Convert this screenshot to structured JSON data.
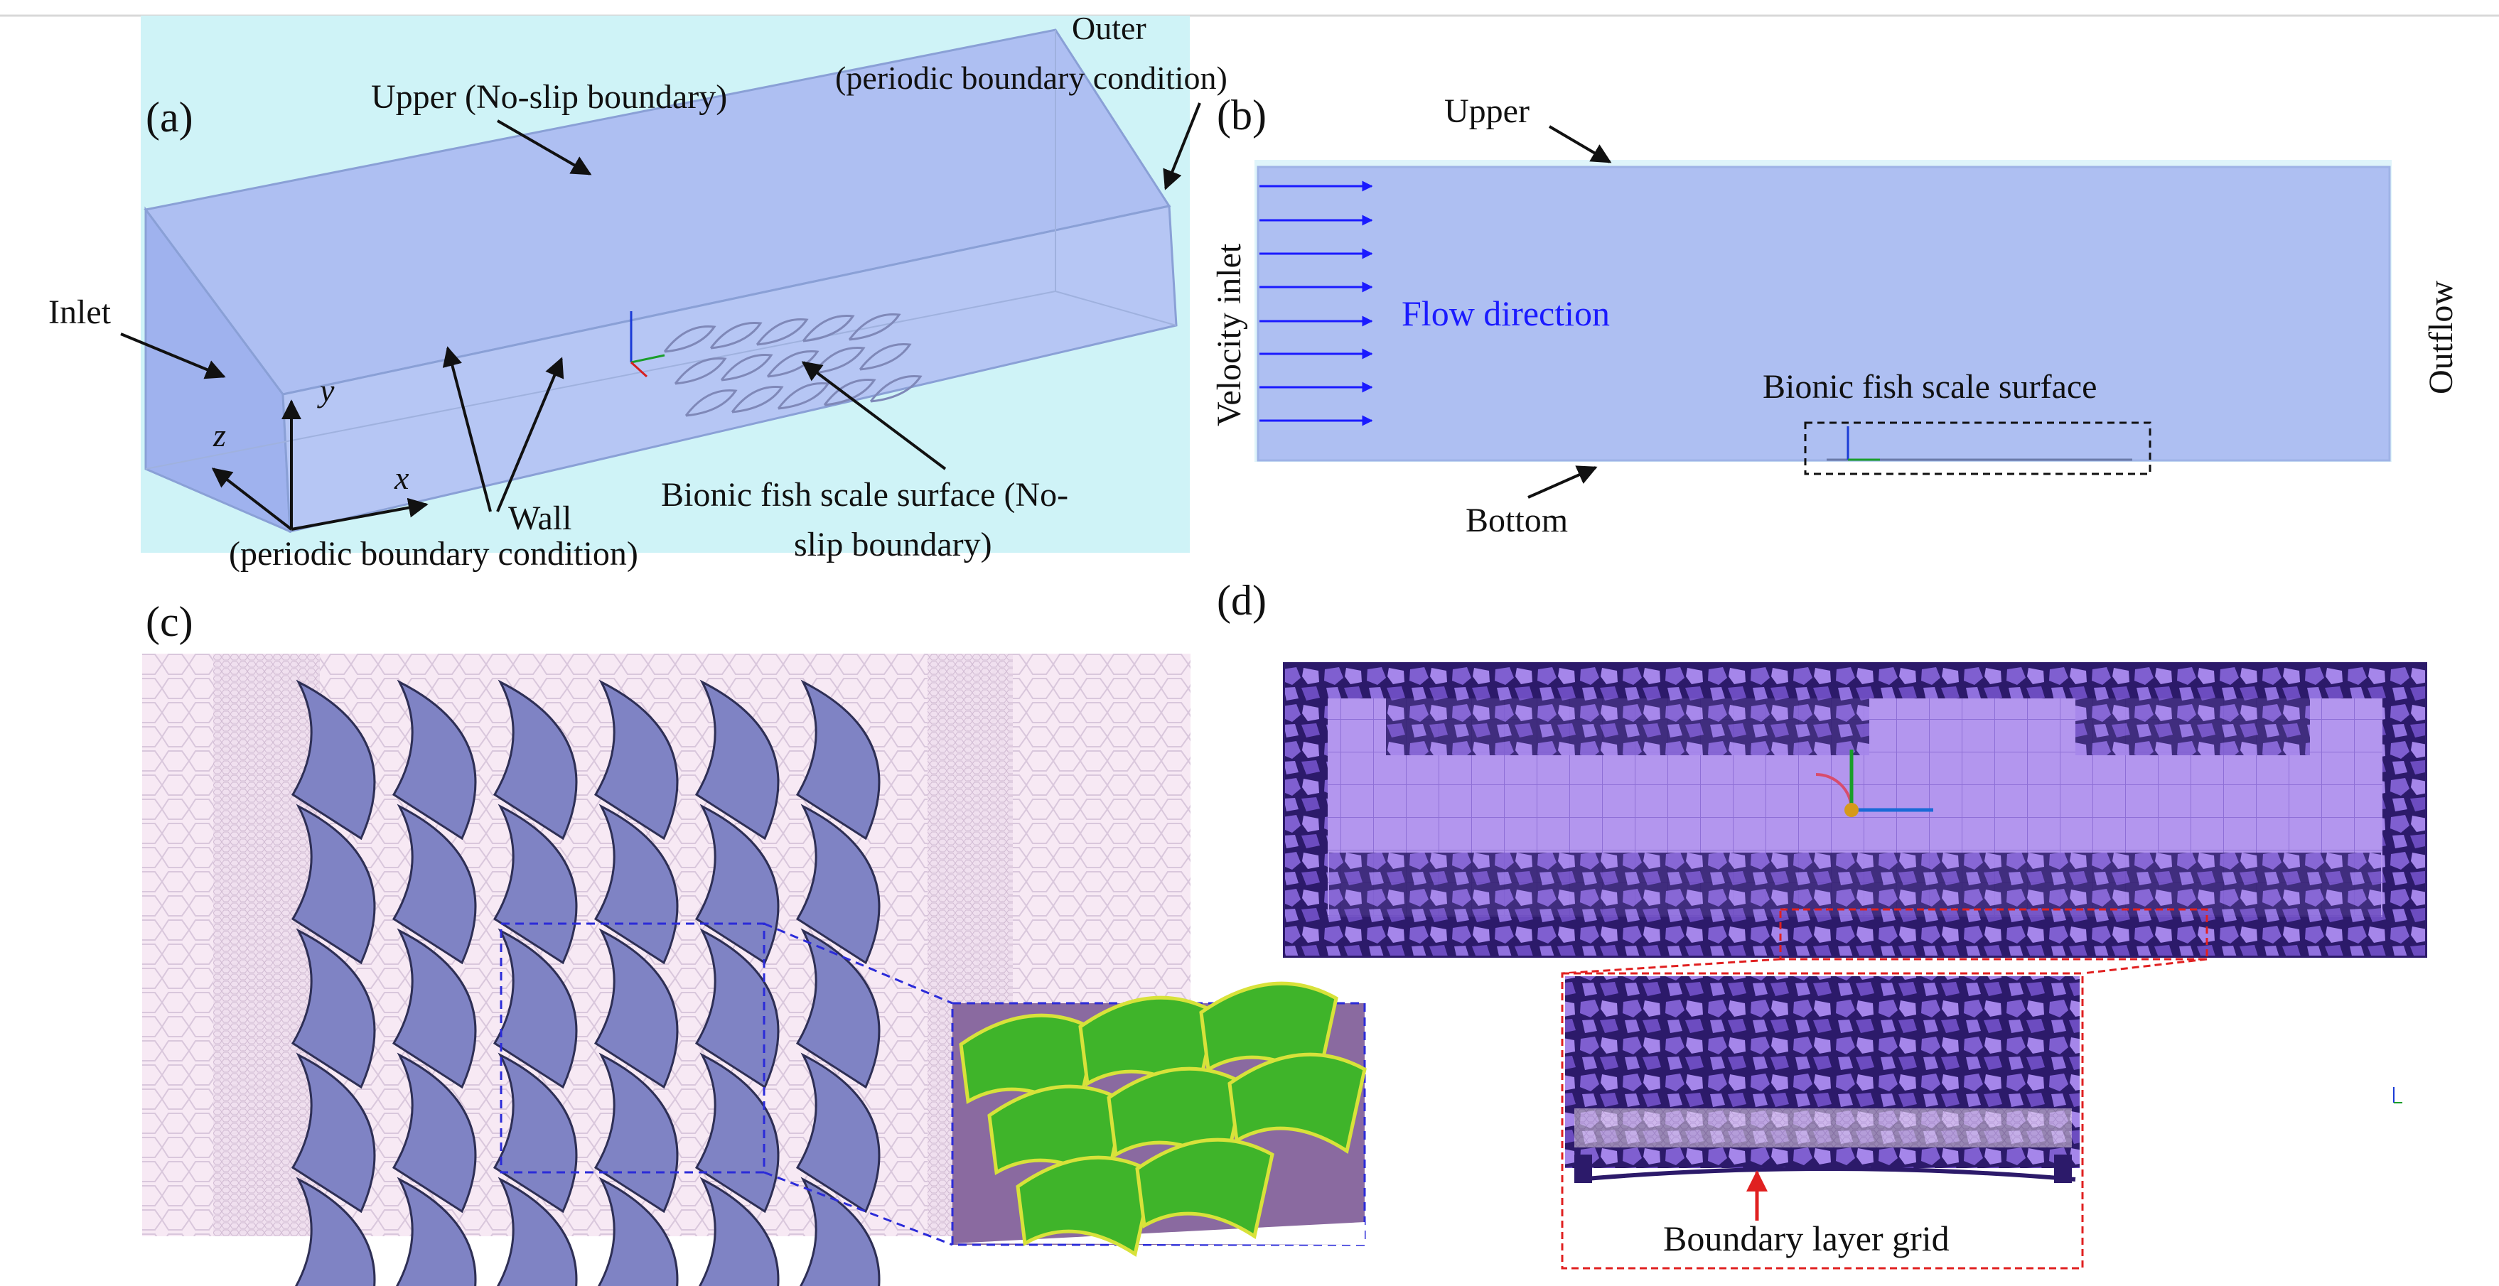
{
  "panel_a": {
    "tag": "(a)",
    "upper": "Upper (No-slip  boundary)",
    "outer_line1": "Outer",
    "outer_line2": "(periodic boundary condition)",
    "inlet": "Inlet",
    "wall": "Wall",
    "wall_note": "(periodic boundary condition)",
    "fish_line1": "Bionic  fish scale surface (No-",
    "fish_line2": "slip  boundary)",
    "axis_y": "y",
    "axis_z": "z",
    "axis_x": "x"
  },
  "panel_b": {
    "tag": "(b)",
    "upper": "Upper",
    "velocity_inlet": "Velocity inlet",
    "flow_direction": "Flow direction",
    "fish_surface": "Bionic  fish scale surface",
    "outflow": "Outflow",
    "bottom": "Bottom"
  },
  "panel_c": {
    "tag": "(c)"
  },
  "panel_d": {
    "tag": "(d)",
    "boundary_layer": "Boundary layer grid"
  },
  "colors": {
    "domain_fill": "#aebff2",
    "panel_a_bg": "#cff3f7",
    "scale_fill": "#7f83c4",
    "mesh_bg": "#f7e9f4",
    "mesh_dark": "#2c1a6a",
    "mesh_light": "#b396ee",
    "inset_green": "#3fb42a",
    "flow_arrow": "#1a1aff",
    "box_red": "#e02020",
    "box_blue": "#2b2bd8"
  }
}
